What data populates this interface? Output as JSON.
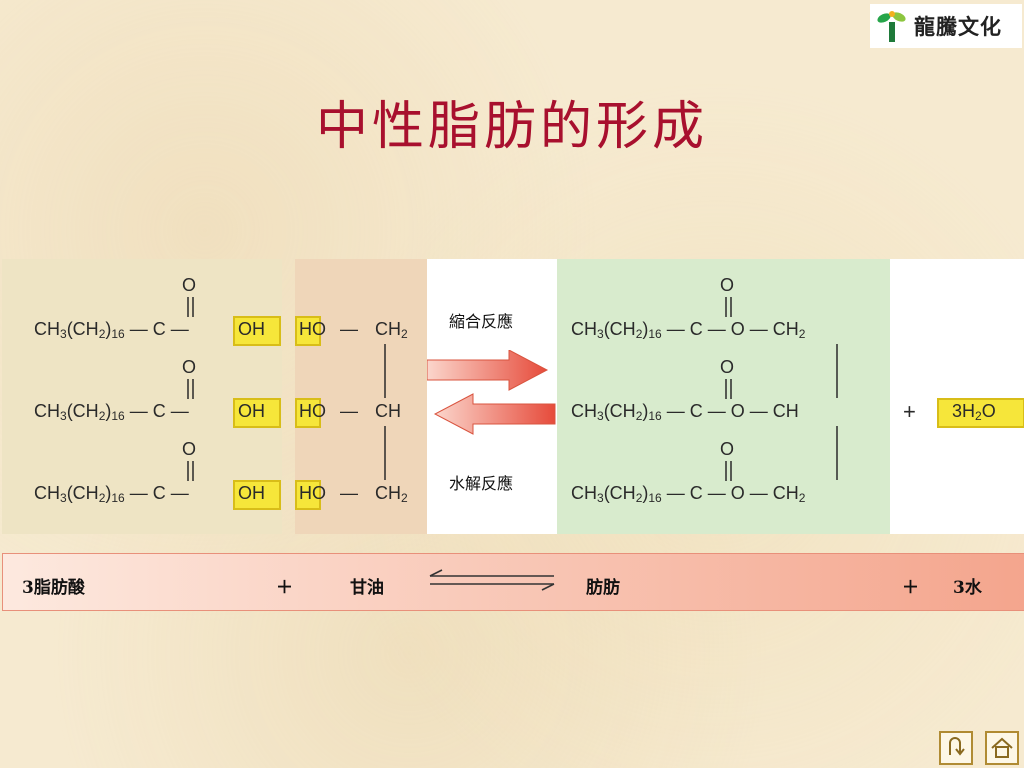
{
  "logo": {
    "text": "龍騰文化"
  },
  "title": "中性脂肪的形成",
  "diagram": {
    "fatty_acid": {
      "o": "O",
      "oh": "OH"
    },
    "glycerol": {
      "ho": "HO",
      "ch2": "CH2",
      "ch": "CH"
    },
    "condensation_label": "縮合反應",
    "hydrolysis_label": "水解反應",
    "plus": "+",
    "water_box": "3H2O"
  },
  "equation": {
    "term1": "3脂肪酸",
    "plus1": "＋",
    "term2": "甘油",
    "term3": "肪肪",
    "plus2": "＋",
    "term4": "3水"
  },
  "nav": {
    "back_icon": "return-icon",
    "home_icon": "home-icon"
  },
  "colors": {
    "title": "#a8102e",
    "fatty_acid_panel": "#eee4c4",
    "glycerol_panel": "#efd6b9",
    "product_panel": "#d8ebcd",
    "highlight": "#f6e63a",
    "arrow": "#e85a4a"
  }
}
